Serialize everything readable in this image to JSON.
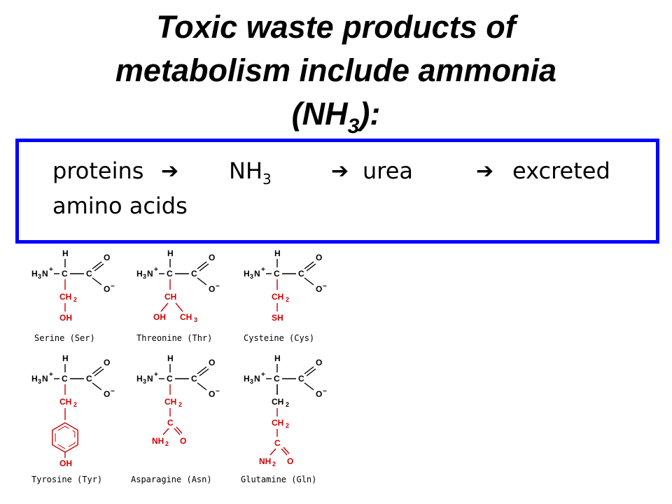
{
  "title": {
    "line1": "Toxic waste products of",
    "line2": "metabolism include ammonia",
    "line3_main": "(NH",
    "line3_sub": "3",
    "line3_end": "):"
  },
  "pathway": {
    "step1": "proteins",
    "step1_sub": "amino acids",
    "step2_main": "NH",
    "step2_sub": "3",
    "step3": "urea",
    "step4": "excreted",
    "arrow_glyph": "➔"
  },
  "colors": {
    "box_border": "#0000ff",
    "side_chain": "#cc0000",
    "backbone": "#000000"
  },
  "molecules": [
    {
      "name": "Serine (Ser)",
      "side": [
        "CH2",
        "OH"
      ]
    },
    {
      "name": "Threonine (Thr)",
      "side": [
        "CH",
        "OH CH3"
      ]
    },
    {
      "name": "Cysteine (Cys)",
      "side": [
        "CH2",
        "SH"
      ]
    },
    {
      "name": "Tyrosine (Tyr)",
      "side": [
        "CH2",
        "ring",
        "OH"
      ]
    },
    {
      "name": "Asparagine (Asn)",
      "side": [
        "CH2",
        "C",
        "NH2 O"
      ]
    },
    {
      "name": "Glutamine (Gln)",
      "side": [
        "CH2",
        "CH2",
        "C",
        "NH2 O"
      ]
    }
  ],
  "atoms": {
    "h": "H",
    "h3n": "H",
    "n_plus": "N",
    "c": "C",
    "o": "O",
    "o_minus": "O",
    "ch": "CH",
    "oh": "OH",
    "sh": "SH",
    "nh": "NH",
    "ch_label": "CH",
    "sub2": "2",
    "sub3": "3",
    "plus": "+",
    "minus": "−"
  }
}
